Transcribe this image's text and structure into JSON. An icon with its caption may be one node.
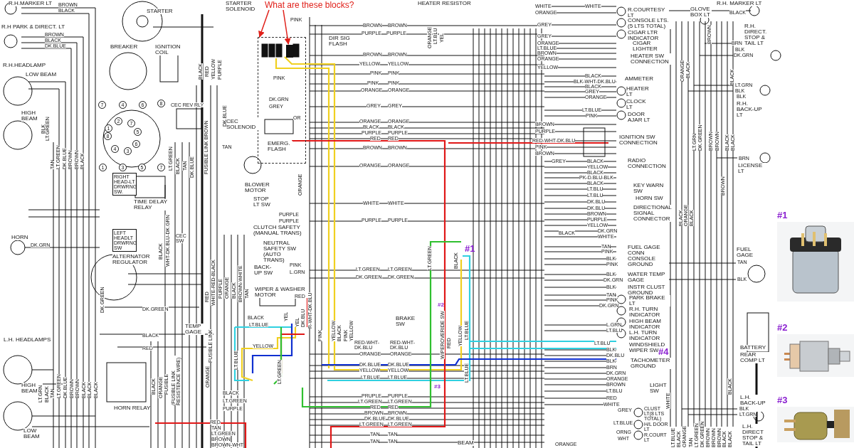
{
  "diagram": {
    "nodes": [
      {
        "text": [
          "What are these blocks?"
        ]
      },
      {
        "text": [],
        "shape": "box"
      },
      {
        "text": [],
        "shape": "box",
        "in": 1
      },
      {
        "text": [],
        "shape": "picture",
        "beside": [
          "#1"
        ]
      },
      {
        "text": [],
        "shape": "picture",
        "beside": [
          "#2"
        ]
      },
      {
        "text": [],
        "shape": "picture",
        "beside": [
          "#3"
        ]
      }
    ],
    "edges": [
      {
        "from": 0,
        "to": 1,
        "arrow": "to"
      },
      {
        "from": 0,
        "to": 2,
        "arrow": "to"
      }
    ],
    "labels": [
      "R.H.MARKER LT",
      "BROWN",
      "BLACK",
      "R.H PARK & DIRECT. LT",
      "BROWN",
      "BLACK",
      "DK.BLUE",
      "STARTER",
      "STARTER SOLENOID",
      "BREAKER",
      "IGNITION COIL",
      "R.H.HEADLAMP",
      "LOW BEAM",
      "HIGH BEAM",
      "BLK",
      "LT.GREEN",
      "BLACK",
      "RED",
      "YELLOW",
      "PURPLE",
      "7",
      "4",
      "6",
      "8",
      "2",
      "7",
      "1",
      "5",
      "8",
      "6",
      "4",
      "3",
      "1",
      "3",
      "5",
      "7",
      "CEC REV RLY",
      "DK.BLUE",
      "CEC SOLENOID",
      "FUSIBLE LINK BROWN",
      "TAN",
      "TAN",
      "LT.GREEN",
      "DK.BLUE",
      "BROWN",
      "BROWN",
      "BLACK",
      "LT.GREEN",
      "BLACK",
      "TAN",
      "DK.BLUE",
      "RIGHT HEAD-LT DRWRNG SW.",
      "TIME DELAY RELAY",
      "BLOWER MOTOR",
      "STOP LT SW",
      "PURPLE",
      "PURPLE",
      "CLUTCH SAFETY (MANUAL TRANS)",
      "LEFT HEADLT DRWRNG SW",
      "CEC SW",
      "WHT-DK.BLU-DK.GRN",
      "BLACK",
      "HORN",
      "DK.GRN",
      "NEUTRAL SAFETY SW (AUTO TRANS)",
      "BACK-UP SW",
      "PINK",
      "L.GRN",
      "ALTERNATOR REGULATOR",
      "WIPER & WASHER MOTOR",
      "RED",
      "DK.GREEN",
      "DK.GREEN",
      "RED",
      "WHITE-RED-BLACK",
      "PURPLE",
      "ORANGE",
      "BLACK",
      "BROWN-WHITE",
      "TAN",
      "BLACK",
      "LT.BLUE",
      "YEL",
      "YEL",
      "DK.BLU",
      "R-WHT-DK.BLU",
      "TEMP GAGE",
      "BLACK",
      "RED",
      "L.H. HEADLAMPS",
      "YELLOW",
      "FUSIBLE LINK",
      "LT.BLUE",
      "LT.GREEN",
      "HIGH BEAM",
      "BLACK",
      "LT.GREEN",
      "PURPLE",
      "FUSIBLE",
      "(FUSIBLE LINK RESISTENCE WIRE)",
      "BLACK",
      "ORANGE",
      "ORANGE",
      "LT.GRN",
      "BLACK",
      "TAN",
      "LT.GREEN",
      "DK.BLUE",
      "BROWN",
      "BROWN",
      "BLACK",
      "BLACK",
      "BLACK",
      "HORN RELAY",
      "RED",
      "TAN",
      "LT.GREEN",
      "BROWN",
      "BROWN-WHT",
      "LOW BEAM",
      "PINK",
      "BROWN",
      "BROWN",
      "PURPLE",
      "PURPLE",
      "DIR SIG FLASH",
      "BROWN",
      "BROWN",
      "YELLOW",
      "YELLOW",
      "PINK",
      "PINK",
      "PINK",
      "PINK",
      "ORANGE",
      "ORANGE",
      "GREY",
      "GREY",
      "PINK",
      "DK.GRN",
      "GREY",
      "OR",
      "ORANGE",
      "ORANGE",
      "BLACK",
      "BLACK",
      "PURPLE",
      "PURPLE",
      "RED",
      "RED",
      "EMERG. FLASH",
      "BROWN",
      "BROWN",
      "ORANGE",
      "ORANGE",
      "ORANGE",
      "WHITE",
      "WHITE",
      "PURPLE",
      "PURPLE",
      "LT.GREEN",
      "LT.GREEN",
      "DK.GREEN",
      "DK.GREEN",
      "PINK",
      "YELLOW",
      "BLACK",
      "PINK",
      "YELLOW",
      "RED-WHT-DK.BLU",
      "RED-WHT-DK.BLU",
      "ORANGE",
      "ORANGE",
      "BRAKE SW",
      "DK.BLUE",
      "DK.BLUE",
      "YELLOW",
      "YELLOW",
      "LT.BLUE",
      "LT.BLUE",
      "PRUPLE",
      "PURPLE",
      "LT.GREEN",
      "LT.GREEN",
      "RED",
      "RED",
      "BROWN",
      "BROWN",
      "DK.BLUE",
      "DK.BLUE",
      "LT.GREEN",
      "LT.GREEN",
      "TAN",
      "TAN",
      "TAN",
      "TAN",
      "HEATER RESISTOR",
      "ORANGE",
      "LT.BLU",
      "YEL",
      "LT.GREEN",
      "BLACK",
      "#1",
      "#2",
      "WIPEROVERIDE SW",
      "RED",
      "YELLOW",
      "LT.BLUE",
      "#3",
      "LT.BLUE",
      "BEAM",
      "WHITE",
      "ORANGE",
      "GREY",
      "GREY",
      "ORANGE",
      "LT.BLUE",
      "BROWN",
      "ORANGE",
      "YELLOW",
      "WHITE",
      "R.COURTESY LT",
      "CONSOLE LTS. (5 LTS TOTAL)",
      "CIGAR LTR INDICATOR",
      "CIGAR LIGHTER",
      "HEATER SW CONNECTION",
      "BLACK",
      "BLK-WHT-DK.BLU",
      "AMMETER",
      "BLACK",
      "GREY",
      "ORANGE",
      "HEATER LT",
      "CLOCK LT",
      "LT.BLUE",
      "PINK",
      "DOOR AJAR LT",
      "BROWN",
      "PURPLE",
      "RED-WHT-DK.BLU",
      "PINK",
      "BROWN",
      "GREY",
      "IGNITION SW CONNECTION",
      "BLACK",
      "YELLOW",
      "RADIO CONNECTION",
      "BLACK",
      "PK-D.BLU-BLK",
      "BLACK",
      "LT.BLU",
      "LT.BLU",
      "DK.BLU",
      "DK.BLU",
      "BROWN",
      "PURPLE",
      "YELLOW",
      "DK.GRN",
      "WHITE",
      "KEY WARN SW",
      "HORN SW",
      "DIRECTIONAL SIGNAL CONNECTOR",
      "BLACK",
      "TAN",
      "PINK",
      "FUEL GAGE CONN",
      "BLK",
      "PINK",
      "CONSOLE GROUND",
      "BLK",
      "DK.GRN",
      "WATER TEMP GAGE",
      "BLK",
      "INSTR CLUST GROUND",
      "TAN",
      "PINK",
      "DK.GRN",
      "PARK BRAKE LT",
      "R.H. TURN INDICATOR",
      "HIGH BEAM INDICATOR",
      "L.GRN",
      "LT.BLU",
      "L.H. TURN INDICATOR",
      "LT.BLU",
      "BLK",
      "DK.BLU",
      "WINDSHIELD WIPER SW",
      "#4",
      "BLK",
      "BRN",
      "TACHOMETER GROUND",
      "DK.GRN",
      "ORANGE",
      "BROWN",
      "LT.BLU",
      "LIGHT SW",
      "RED",
      "WHITE",
      "GREY",
      "CLUST LT(8 LTS TOTAL)",
      "LT.BLUE",
      "H/L DOOR LT",
      "ORNG",
      "WHT",
      "R.COURT LT",
      "ORANGE",
      "WHITE",
      "GLOVE BOX LT",
      "R.H. MARKER LT",
      "BLACK",
      "BROWN",
      "R.H. DIRECT. STOP & TAIL LT",
      "BRN",
      "BLK",
      "DK.GRN",
      "ORANGE",
      "BLACK",
      "BLACK",
      "LT.GRN",
      "BLK",
      "BLK",
      "R.H. BACK-UP LT",
      "LT.GRN",
      "DK.GREEN",
      "BROWN",
      "BROWN",
      "BLACK",
      "BLACK",
      "BRN",
      "LICENSE LT",
      "BROWN",
      "BLACK",
      "ORANGE",
      "BLACK",
      "FUEL GAGE",
      "TAN",
      "BLK",
      "BATTERY",
      "REAR COMP LT",
      "BLACK",
      "L.H. BACK-UP LT",
      "BLK",
      "LT.GRN",
      "LT.BLUE",
      "BLACK",
      "ORANGE",
      "TAN",
      "LT.GREEN",
      "DK.GREEN",
      "BROWN",
      "BROWN",
      "BROWN",
      "BLACK",
      "BLACK",
      "L.H. DIRECT STOP & TAIL LT"
    ]
  }
}
